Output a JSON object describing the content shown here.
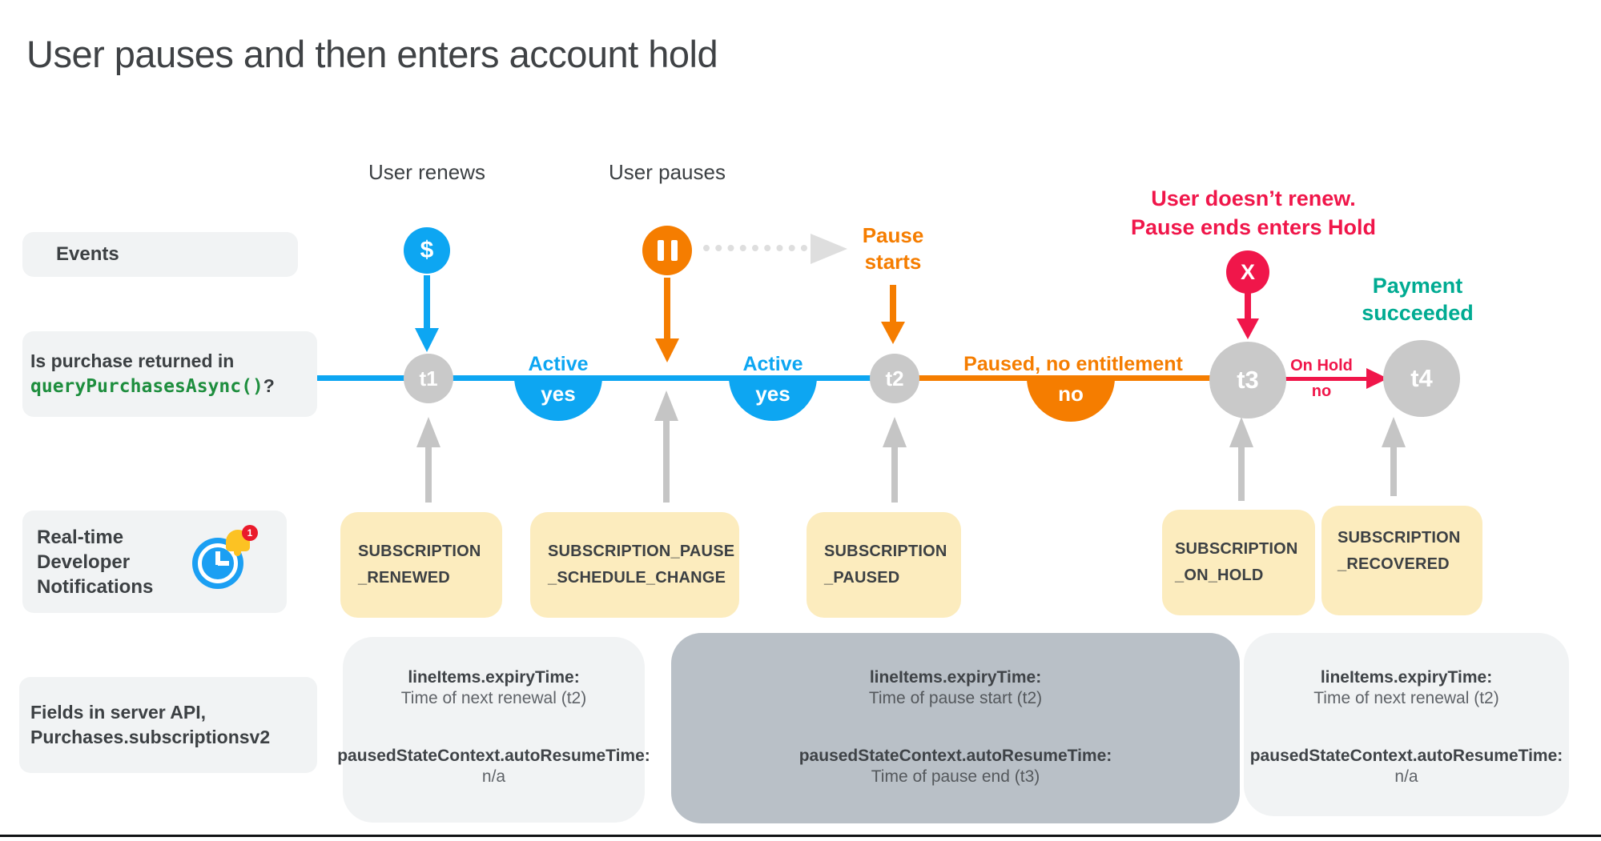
{
  "title": "User pauses and then enters account hold",
  "colors": {
    "blue": "#0da6f2",
    "orange": "#f57d00",
    "crimson": "#f0164a",
    "teal": "#00ab92",
    "green_code": "#1e8e3e",
    "node_gray": "#c9c9c9",
    "rtdn_yellow": "#fcecbe",
    "fields_dark_gray": "#b9c0c7",
    "pill_gray": "#f1f3f4"
  },
  "rows": {
    "events_label": "Events",
    "purchase_question_line1": "Is purchase returned in",
    "purchase_code": "queryPurchasesAsync()",
    "purchase_question_suffix": "?",
    "rtdn_label": "Real-time Developer Notifications",
    "rtdn_badge_count": "1",
    "fields_label_line1": "Fields in server API,",
    "fields_label_line2": "Purchases.subscriptionsv2"
  },
  "events": {
    "user_renews": "User renews",
    "renew_symbol": "$",
    "user_pauses": "User pauses",
    "pause_starts": "Pause starts",
    "no_renew_line1": "User doesn’t renew.",
    "no_renew_line2": "Pause ends enters Hold",
    "hold_symbol": "X",
    "payment_succeeded": "Payment succeeded"
  },
  "timeline": {
    "nodes": [
      "t1",
      "t2",
      "t3",
      "t4"
    ],
    "segment_active_1": {
      "label": "Active",
      "answer": "yes"
    },
    "segment_active_2": {
      "label": "Active",
      "answer": "yes"
    },
    "segment_paused": {
      "label": "Paused, no entitlement",
      "answer": "no"
    },
    "segment_on_hold": {
      "label": "On Hold",
      "answer": "no"
    }
  },
  "rtdn_boxes": [
    {
      "line1": "SUBSCRIPTION",
      "line2": "_RENEWED"
    },
    {
      "line1": "SUBSCRIPTION_PAUSE",
      "line2": "_SCHEDULE_CHANGE"
    },
    {
      "line1": "SUBSCRIPTION",
      "line2": "_PAUSED"
    },
    {
      "line1": "SUBSCRIPTION",
      "line2": "_ON_HOLD"
    },
    {
      "line1": "SUBSCRIPTION",
      "line2": "_RECOVERED"
    }
  ],
  "field_boxes": [
    {
      "field1": "lineItems.expiryTime:",
      "value1": "Time of next renewal (t2)",
      "field2": "pausedStateContext.autoResumeTime:",
      "value2": "n/a"
    },
    {
      "field1": "lineItems.expiryTime:",
      "value1": "Time of pause start (t2)",
      "field2": "pausedStateContext.autoResumeTime:",
      "value2": "Time of pause end (t3)"
    },
    {
      "field1": "lineItems.expiryTime:",
      "value1": "Time of next renewal (t2)",
      "field2": "pausedStateContext.autoResumeTime:",
      "value2": "n/a"
    }
  ]
}
